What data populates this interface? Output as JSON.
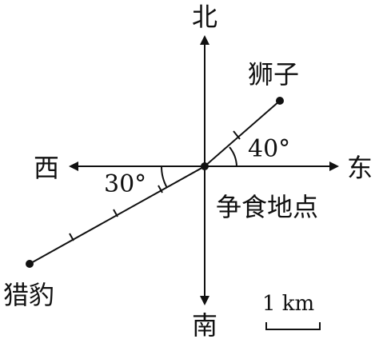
{
  "labels": {
    "north": "北",
    "south": "南",
    "east": "东",
    "west": "西",
    "lion": "狮子",
    "leopard": "猎豹",
    "contest_site": "争食地点",
    "angle_east": "40°",
    "angle_west": "30°",
    "scale": "1 km"
  },
  "scene": {
    "lion": {
      "bearing": "north of east",
      "angle_deg": 40,
      "distance_km": 2
    },
    "leopard": {
      "bearing": "south of west",
      "angle_deg": 30,
      "distance_km": 4
    }
  },
  "colors": {
    "ink": "#111111",
    "background": "#ffffff"
  }
}
